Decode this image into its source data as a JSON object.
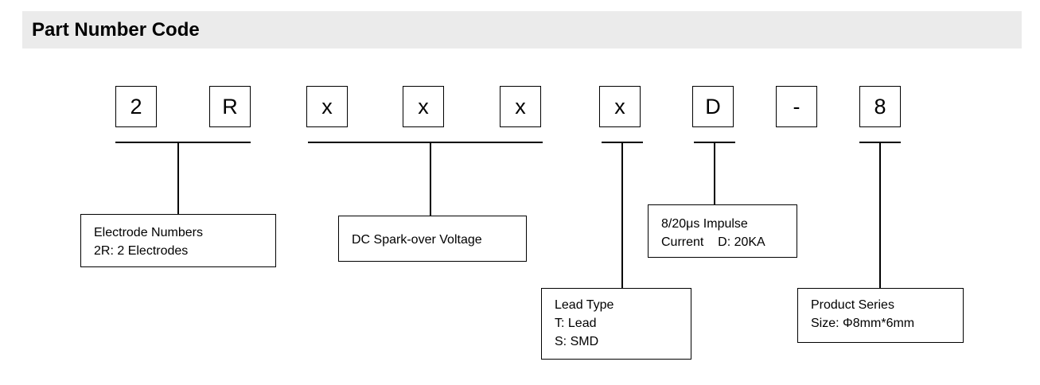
{
  "header": {
    "title": "Part Number Code",
    "background_color": "#ebebeb"
  },
  "code_segments": [
    "2",
    "R",
    "x",
    "x",
    "x",
    "x",
    "D",
    "-",
    "8"
  ],
  "descriptions": {
    "electrode": [
      "Electrode Numbers",
      "2R: 2 Electrodes"
    ],
    "voltage": [
      "DC Spark-over Voltage"
    ],
    "impulse": [
      "8/20μs Impulse",
      "Current    D: 20KA"
    ],
    "lead": [
      "Lead Type",
      "T: Lead",
      "S: SMD"
    ],
    "series": [
      "Product Series",
      "Size: Φ8mm*6mm"
    ]
  }
}
